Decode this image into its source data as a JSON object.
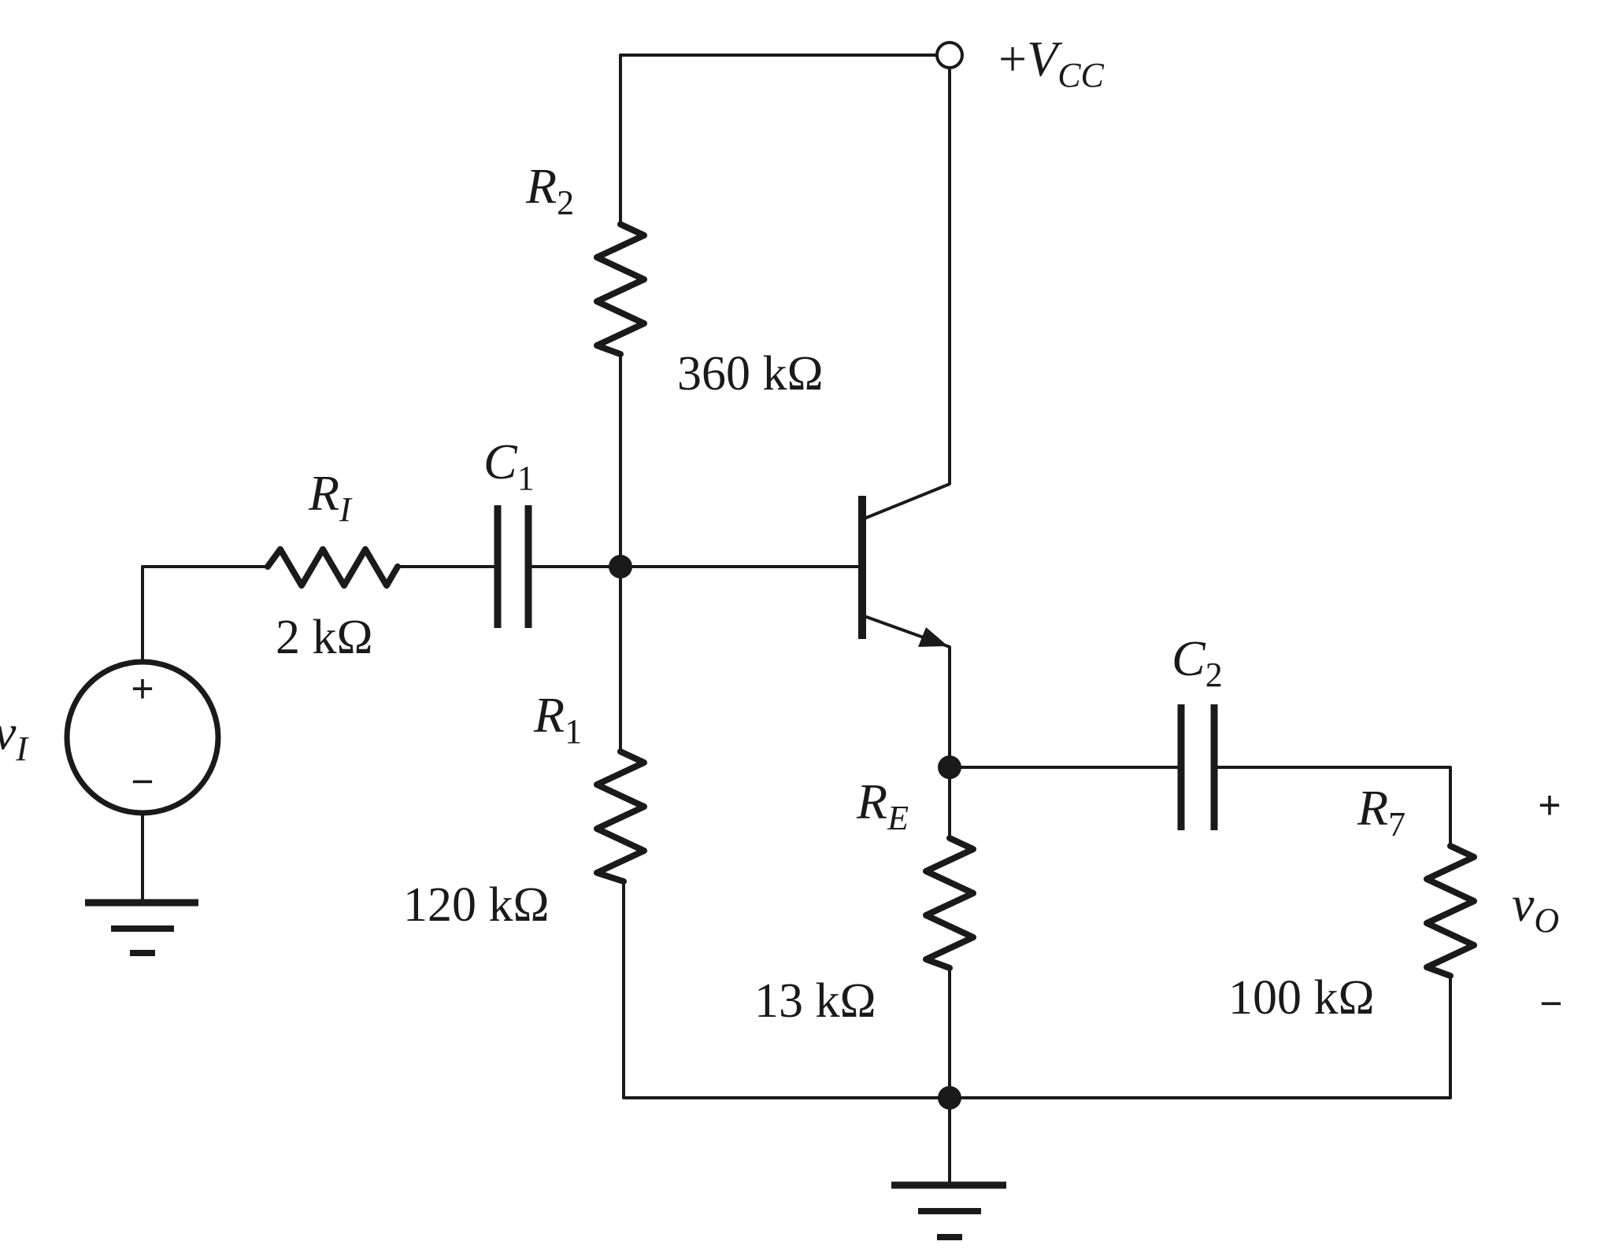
{
  "supply": {
    "prefix": "+",
    "symbol": "V",
    "sub": "CC"
  },
  "source": {
    "symbol": "v",
    "sub": "I",
    "plus": "+",
    "minus": "−"
  },
  "output": {
    "symbol": "v",
    "sub": "O",
    "plus": "+",
    "minus": "−"
  },
  "components": {
    "RI": {
      "symbol": "R",
      "sub": "I",
      "value": "2 kΩ"
    },
    "C1": {
      "symbol": "C",
      "sub": "1"
    },
    "R2": {
      "symbol": "R",
      "sub": "2",
      "value": "360 kΩ"
    },
    "R1": {
      "symbol": "R",
      "sub": "1",
      "value": "120 kΩ"
    },
    "RE": {
      "symbol": "R",
      "sub": "E",
      "value": "13 kΩ"
    },
    "C2": {
      "symbol": "C",
      "sub": "2"
    },
    "R7": {
      "symbol": "R",
      "sub": "7",
      "value": "100 kΩ"
    }
  }
}
